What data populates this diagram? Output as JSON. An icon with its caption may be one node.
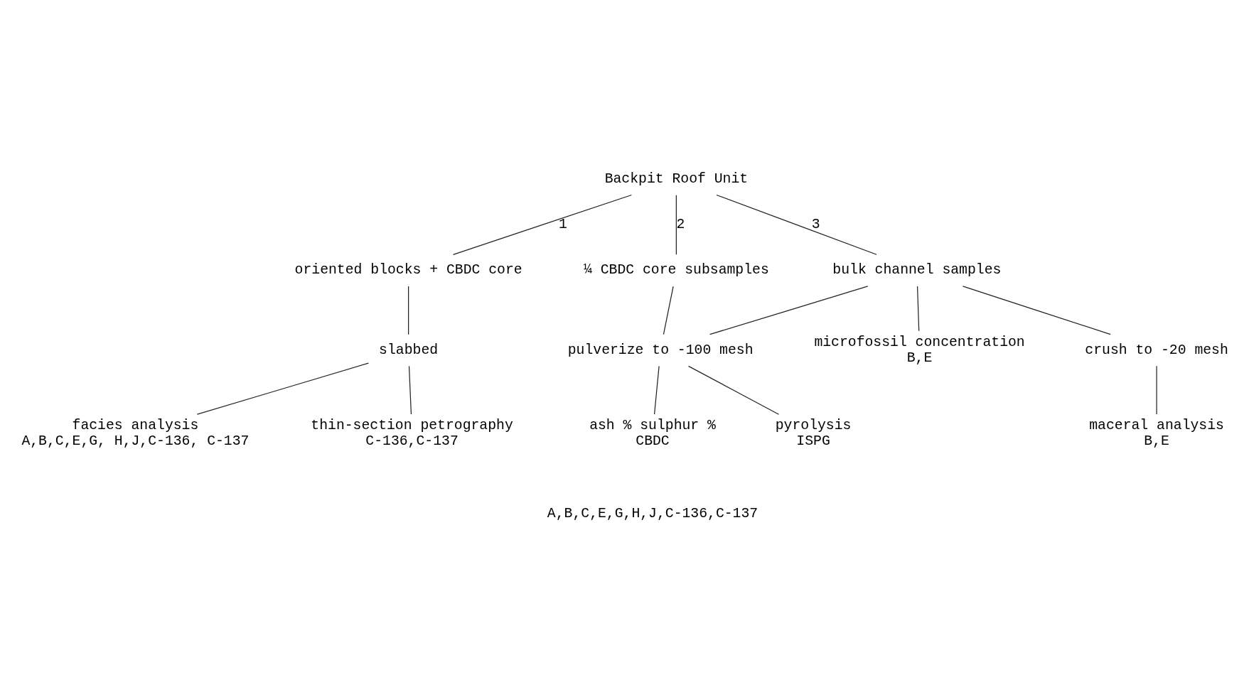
{
  "diagram": {
    "nodes": [
      {
        "text": [
          "Backpit Roof Unit"
        ]
      },
      {
        "text": [
          "oriented blocks + CBDC core"
        ]
      },
      {
        "text": [
          "¼ CBDC core subsamples"
        ]
      },
      {
        "text": [
          "bulk channel samples"
        ]
      },
      {
        "text": [
          "slabbed"
        ]
      },
      {
        "text": [
          "facies analysis",
          "A,B,C,E,G, H,J,C-136, C-137"
        ]
      },
      {
        "text": [
          "thin-section petrography",
          "C-136,C-137"
        ]
      },
      {
        "text": [
          "pulverize to -100 mesh"
        ]
      },
      {
        "text": [
          "microfossil concentration",
          "B,E"
        ]
      },
      {
        "text": [
          "crush to -20 mesh"
        ]
      },
      {
        "text": [
          "ash % sulphur %",
          "CBDC"
        ]
      },
      {
        "text": [
          "pyrolysis",
          "ISPG"
        ]
      },
      {
        "text": [
          "maceral analysis",
          "B,E"
        ]
      }
    ],
    "edges": [
      {
        "from": 0,
        "to": 1,
        "arrow": "none",
        "label": "1"
      },
      {
        "from": 0,
        "to": 2,
        "arrow": "none",
        "label": "2"
      },
      {
        "from": 0,
        "to": 3,
        "arrow": "none",
        "label": "3"
      },
      {
        "from": 1,
        "to": 4,
        "arrow": "none"
      },
      {
        "from": 4,
        "to": 5,
        "arrow": "none"
      },
      {
        "from": 4,
        "to": 6,
        "arrow": "none"
      },
      {
        "from": 2,
        "to": 7,
        "arrow": "none"
      },
      {
        "from": 3,
        "to": 7,
        "arrow": "none"
      },
      {
        "from": 3,
        "to": 8,
        "arrow": "none"
      },
      {
        "from": 3,
        "to": 9,
        "arrow": "none"
      },
      {
        "from": 7,
        "to": 10,
        "arrow": "none"
      },
      {
        "from": 7,
        "to": 11,
        "arrow": "none"
      },
      {
        "from": 9,
        "to": 12,
        "arrow": "none"
      }
    ],
    "labels": [
      "A,B,C,E,G,H,J,C-136,C-137"
    ]
  }
}
